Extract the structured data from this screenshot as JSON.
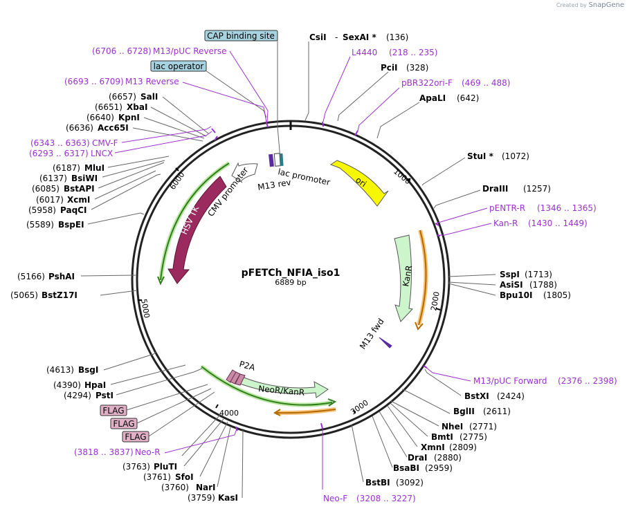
{
  "credit": {
    "prefix": "Created by",
    "brand": "SnapGene"
  },
  "plasmid": {
    "name": "pFETCh_NFIA_iso1",
    "length": "6889 bp"
  },
  "ticks": [
    "1000",
    "2000",
    "3000",
    "4000",
    "5000",
    "6000"
  ],
  "features": {
    "ori": "ori",
    "kanr": "KanR",
    "hsvtk": "HSV TK",
    "cmv": "CMV promoter",
    "lac": "lac promoter",
    "m13rev": "M13 rev",
    "m13fwd": "M13 fwd",
    "neokan": "NeoR/KanR",
    "p2a": "P2A"
  },
  "boxes": {
    "cap": "CAP binding site",
    "lacop": "lac operator",
    "flag1": "FLAG",
    "flag2": "FLAG",
    "flag3": "FLAG"
  },
  "sites": {
    "csi": "CsiI",
    "csi_dash": "-",
    "sexai": "SexAI *",
    "csi_pos": "(136)",
    "l4440": "L4440",
    "l4440_pos": "(218 .. 235)",
    "pcii": "PciI",
    "pcii_pos": "(328)",
    "pbr": "pBR322ori-F",
    "pbr_pos": "(469 .. 488)",
    "apali": "ApaLI",
    "apali_pos": "(642)",
    "stui": "StuI *",
    "stui_pos": "(1072)",
    "draiii": "DraIII",
    "draiii_pos": "(1257)",
    "pentr": "pENTR-R",
    "pentr_pos": "(1346 .. 1365)",
    "kanrp": "Kan-R",
    "kanrp_pos": "(1430 .. 1449)",
    "sspi": "SspI",
    "sspi_pos": "(1713)",
    "asisi": "AsiSI",
    "asisi_pos": "(1788)",
    "bpu": "Bpu10I",
    "bpu_pos": "(1805)",
    "m13puc_f": "M13/pUC Forward",
    "m13puc_f_pos": "(2376 .. 2398)",
    "bstxi": "BstXI",
    "bstxi_pos": "(2424)",
    "bglii": "BglII",
    "bglii_pos": "(2611)",
    "nhei": "NheI",
    "nhei_pos": "(2771)",
    "bmti": "BmtI",
    "bmti_pos": "(2775)",
    "xmni": "XmnI",
    "xmni_pos": "(2809)",
    "drai": "DraI",
    "drai_pos": "(2880)",
    "bsabi": "BsaBI",
    "bsabi_pos": "(2959)",
    "bstbi": "BstBI",
    "bstbi_pos": "(3092)",
    "neof": "Neo-F",
    "neof_pos": "(3208 .. 3227)",
    "kasi": "KasI",
    "kasi_pos": "(3759)",
    "nari": "NarI",
    "nari_pos": "(3760)",
    "sfoi": "SfoI",
    "sfoi_pos": "(3761)",
    "pluti": "PluTI",
    "pluti_pos": "(3763)",
    "neor": "Neo-R",
    "neor_pos": "(3818 .. 3837)",
    "psti": "PstI",
    "psti_pos": "(4294)",
    "hpai": "HpaI",
    "hpai_pos": "(4390)",
    "bsgi": "BsgI",
    "bsgi_pos": "(4613)",
    "bstz": "BstZ17I",
    "bstz_pos": "(5065)",
    "pshai": "PshAI",
    "pshai_pos": "(5166)",
    "bspei": "BspEI",
    "bspei_pos": "(5589)",
    "paqci": "PaqCI",
    "paqci_pos": "(5958)",
    "xcmi": "XcmI",
    "xcmi_pos": "(6017)",
    "bstapi": "BstAPI",
    "bstapi_pos": "(6085)",
    "bsiwi": "BsiWI",
    "bsiwi_pos": "(6137)",
    "mlui": "MluI",
    "mlui_pos": "(6187)",
    "lncx": "LNCX",
    "lncx_pos": "(6293 .. 6317)",
    "cmvf": "CMV-F",
    "cmvf_pos": "(6343 .. 6363)",
    "acc65i": "Acc65I",
    "acc65i_pos": "(6636)",
    "kpni": "KpnI",
    "kpni_pos": "(6640)",
    "xbai": "XbaI",
    "xbai_pos": "(6651)",
    "sali": "SalI",
    "sali_pos": "(6657)",
    "m13rev_p": "M13 Reverse",
    "m13rev_p_pos": "(6693 .. 6709)",
    "m13puc_r": "M13/pUC Reverse",
    "m13puc_r_pos": "(6706 .. 6728)"
  }
}
